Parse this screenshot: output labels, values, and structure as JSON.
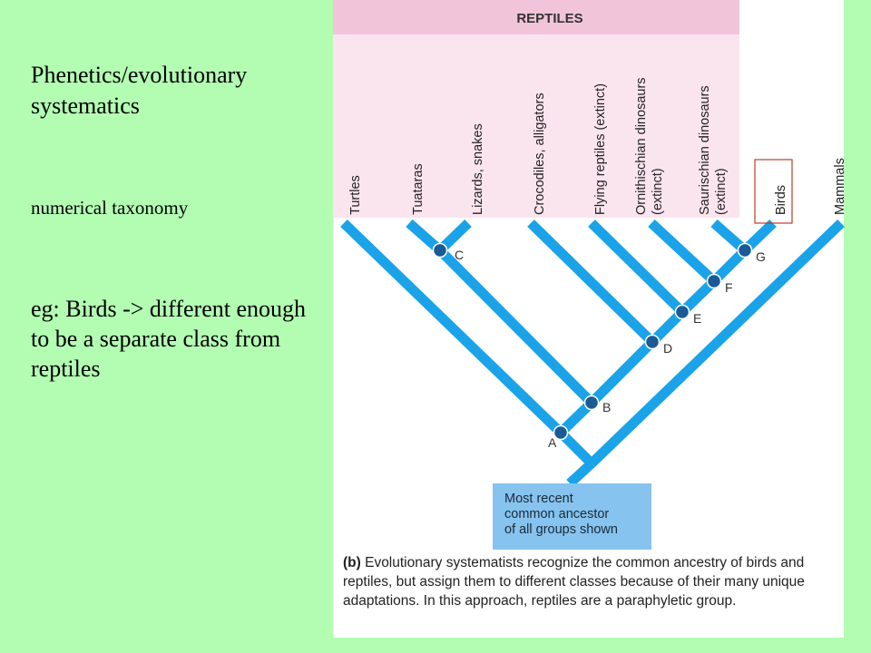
{
  "slide": {
    "heading": "Phenetics/evolutionary systematics",
    "subheading": "numerical taxonomy",
    "example": "eg: Birds -> different enough to be a separate class from reptiles"
  },
  "figure": {
    "group_label": "REPTILES",
    "taxa": [
      {
        "id": "turtles",
        "lines": [
          "Turtles"
        ]
      },
      {
        "id": "tuataras",
        "lines": [
          "Tuataras"
        ]
      },
      {
        "id": "lizards-snakes",
        "lines": [
          "Lizards, snakes"
        ]
      },
      {
        "id": "crocodiles-alligators",
        "lines": [
          "Crocodiles, alligators"
        ]
      },
      {
        "id": "flying-reptiles",
        "lines": [
          "Flying reptiles (extinct)"
        ]
      },
      {
        "id": "ornithischian-dinosaurs",
        "lines": [
          "Ornithischian dinosaurs",
          "(extinct)"
        ]
      },
      {
        "id": "saurischian-dinosaurs",
        "lines": [
          "Saurischian dinosaurs",
          "(extinct)"
        ]
      },
      {
        "id": "birds",
        "lines": [
          "Birds"
        ]
      },
      {
        "id": "mammals",
        "lines": [
          "Mammals"
        ]
      }
    ],
    "nodes": [
      "A",
      "B",
      "C",
      "D",
      "E",
      "F",
      "G"
    ],
    "ancestor_label": [
      "Most recent",
      "common ancestor",
      "of all groups shown"
    ],
    "caption_tag": "(b)",
    "caption_text": " Evolutionary systematists recognize the common ancestry of birds and reptiles, but assign them to different classes because of their many unique adaptations. In this approach, reptiles are a paraphyletic group.",
    "colors": {
      "branch": "#1aa3e8",
      "node": "#1a5a96",
      "reptile_header": "#f2c4d9",
      "reptile_body": "#fae4ee",
      "ancestor_box": "#86c3ee",
      "birds_highlight": "#c0392b"
    }
  }
}
